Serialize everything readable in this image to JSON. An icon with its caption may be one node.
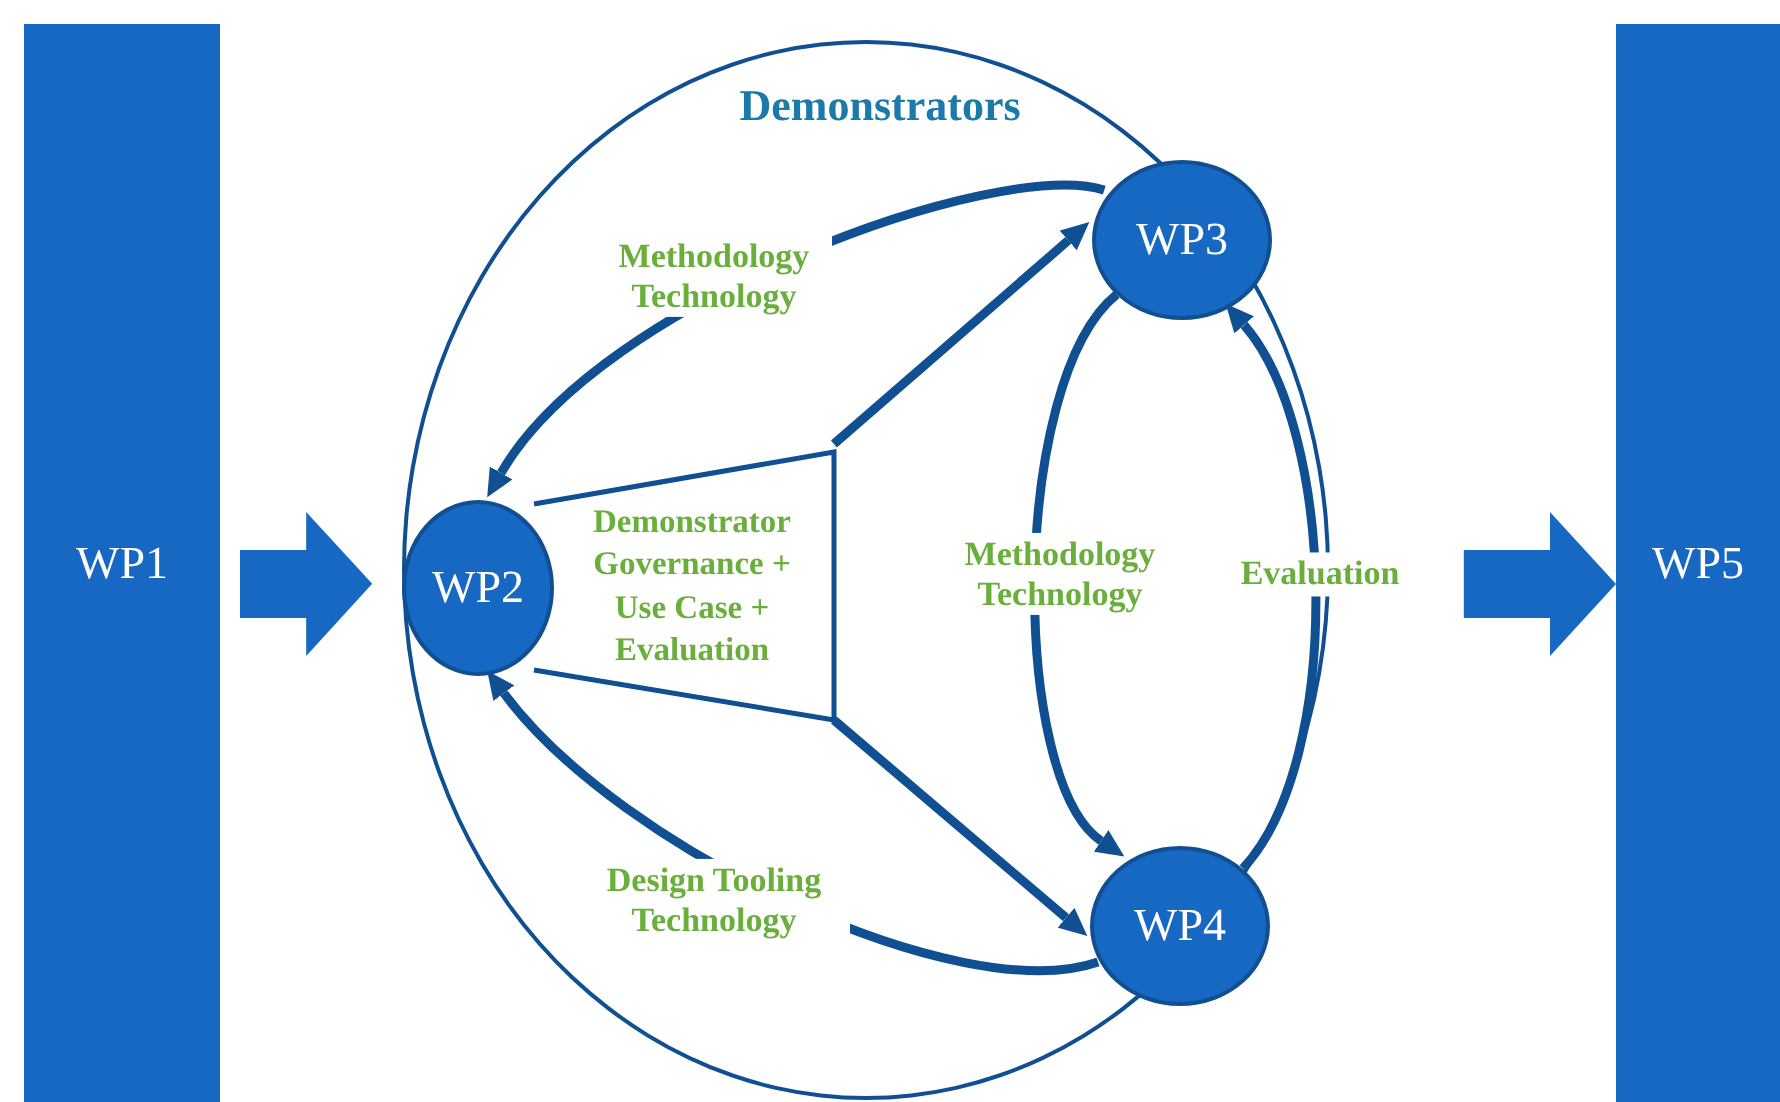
{
  "diagram": {
    "nodes": [
      {
        "text": [
          "WP1"
        ]
      },
      {
        "text": [
          "Demonstrators"
        ]
      },
      {
        "text": [
          "WP3"
        ],
        "in": 1
      },
      {
        "text": [
          "WP2"
        ],
        "in": 1
      },
      {
        "text": [
          "Demonstrator Governance + Use Case + Evaluation"
        ],
        "in": 1
      },
      {
        "text": [
          "WP4"
        ],
        "in": 1
      },
      {
        "text": [
          "WP5"
        ]
      }
    ],
    "edges": [
      {
        "from": 0,
        "to": 1,
        "arrow": "to",
        "style": "thick"
      },
      {
        "from": 1,
        "to": 6,
        "arrow": "to",
        "style": "thick"
      },
      {
        "from": 2,
        "to": 3,
        "arrow": "to",
        "label": "Methodology Technology"
      },
      {
        "from": 4,
        "to": 2,
        "arrow": "to"
      },
      {
        "from": 4,
        "to": 5,
        "arrow": "to"
      },
      {
        "from": 5,
        "to": 3,
        "arrow": "to",
        "label": "Design Tooling Technology"
      },
      {
        "from": 2,
        "to": 5,
        "arrow": "to",
        "label": "Methodology Technology"
      },
      {
        "from": 5,
        "to": 2,
        "arrow": "to",
        "label": "Evaluation"
      }
    ]
  }
}
